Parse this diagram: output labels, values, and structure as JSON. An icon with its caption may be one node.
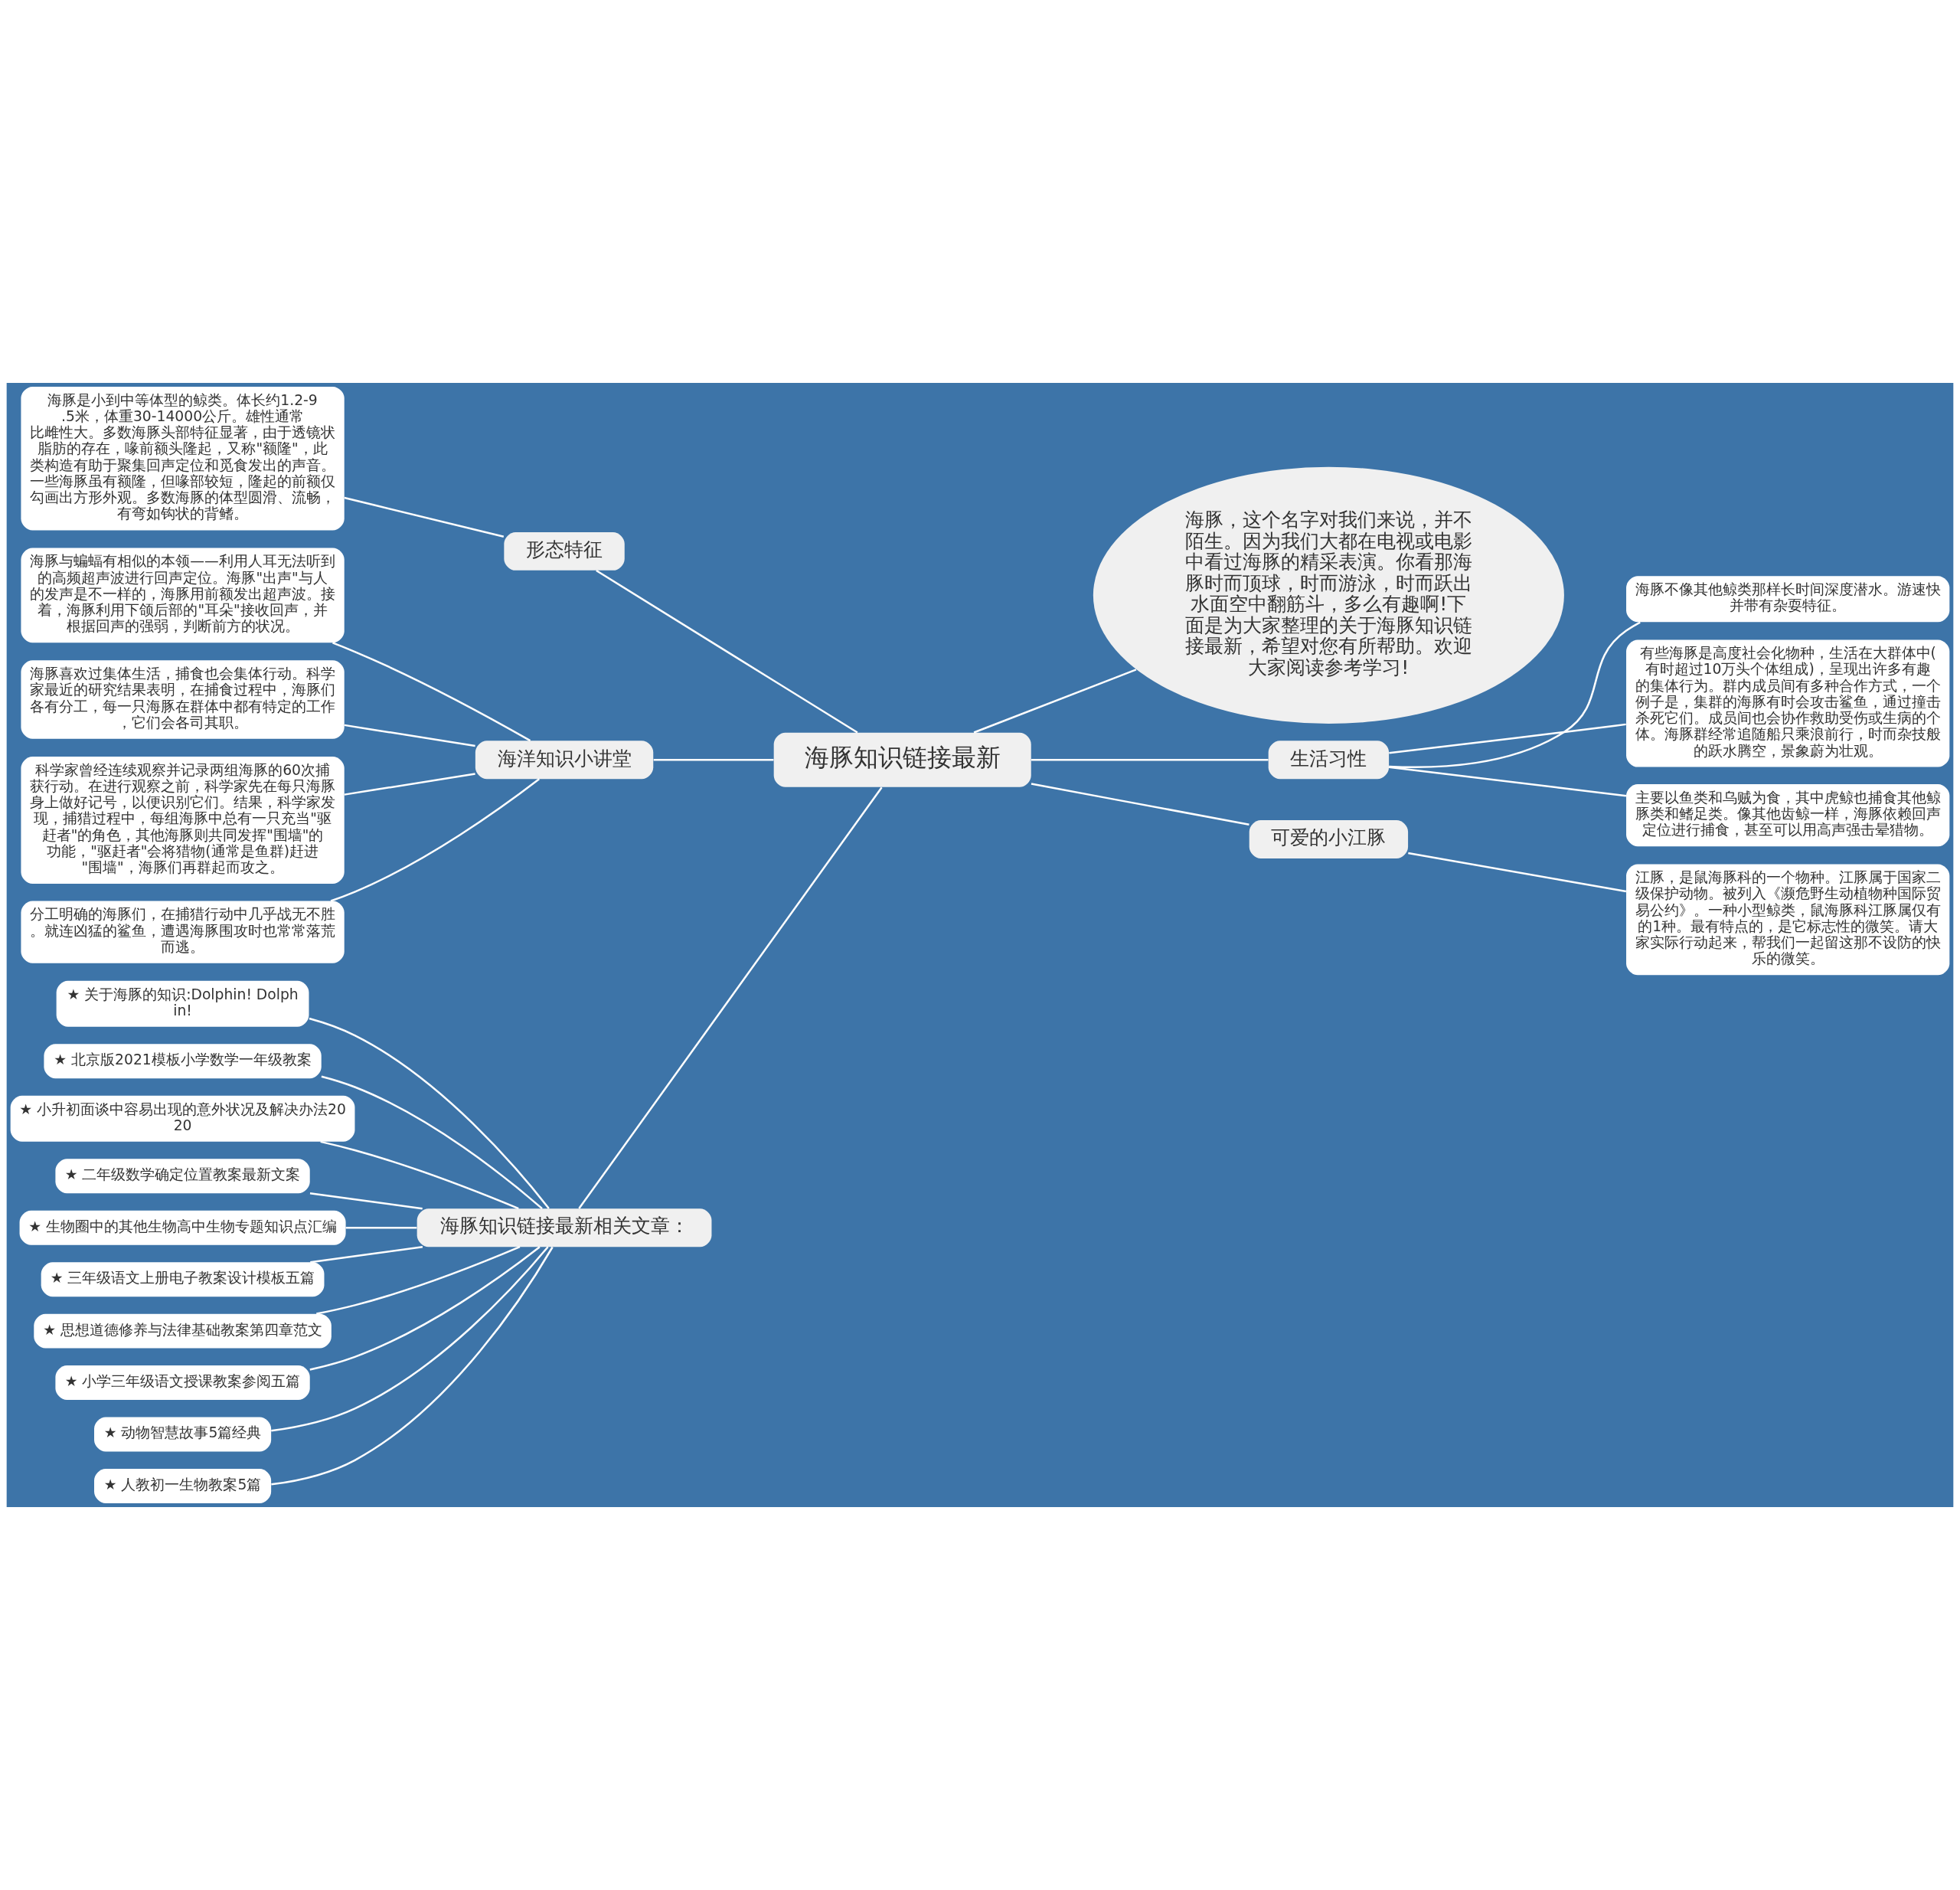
{
  "diagram": {
    "nodes": [
      {
        "text": [
          "海豚知识链接最新"
        ]
      },
      {
        "text": [
          "形态特征"
        ]
      },
      {
        "text": [
          "海豚是小到中等体型的鲸类。体长约1.2-9.5米，体重30-14000公斤。雄性通常比雌性大。多数海豚头部特征显著，由于透镜状脂肪的存在，喙前额头隆起，又称\"额隆\"，此类构造有助于聚集回声定位和觅食发出的声音。一些海豚虽有额隆，但喙部较短，隆起的前额仅勾画出方形外观。多数海豚的体型圆滑、流畅，有弯如钩状的背鳍。"
        ]
      },
      {
        "text": [
          "海洋知识小讲堂"
        ]
      },
      {
        "text": [
          "海豚与蝙蝠有相似的本领——利用人耳无法听到的高频超声波进行回声定位。海豚\"出声\"与人的发声是不一样的，海豚用前额发出超声波。接着，海豚利用下颌后部的\"耳朵\"接收回声，并根据回声的强弱，判断前方的状况。"
        ]
      },
      {
        "text": [
          "海豚喜欢过集体生活，捕食也会集体行动。科学家最近的研究结果表明，在捕食过程中，海豚们各有分工，每一只海豚在群体中都有特定的工作，它们会各司其职。"
        ]
      },
      {
        "text": [
          "科学家曾经连续观察并记录两组海豚的60次捕获行动。在进行观察之前，科学家先在每只海豚身上做好记号，以便识别它们。结果，科学家发现，捕猎过程中，每组海豚中总有一只充当\"驱赶者\"的角色，其他海豚则共同发挥\"围墙\"的功能，\"驱赶者\"会将猎物(通常是鱼群)赶进\"围墙\"，海豚们再群起而攻之。"
        ]
      },
      {
        "text": [
          "分工明确的海豚们，在捕猎行动中几乎战无不胜。就连凶猛的鲨鱼，遭遇海豚围攻时也常常落荒而逃。"
        ]
      },
      {
        "text": [
          "海豚，这个名字对我们来说，并不陌生。因为我们大都在电视或电影中看过海豚的精采表演。你看那海豚时而顶球，时而游泳，时而跃出水面空中翻筋斗，多么有趣啊!下面是为大家整理的关于海豚知识链接最新，希望对您有所帮助。欢迎大家阅读参考学习!"
        ]
      },
      {
        "text": [
          "生活习性"
        ]
      },
      {
        "text": [
          "海豚不像其他鲸类那样长时间深度潜水。游速快并带有杂耍特征。"
        ]
      },
      {
        "text": [
          "有些海豚是高度社会化物种，生活在大群体中(有时超过10万头个体组成)，呈现出许多有趣的集体行为。群内成员间有多种合作方式，一个例子是，集群的海豚有时会攻击鲨鱼，通过撞击杀死它们。成员间也会协作救助受伤或生病的个体。海豚群经常追随船只乘浪前行，时而杂技般的跃水腾空，景象蔚为壮观。"
        ]
      },
      {
        "text": [
          "主要以鱼类和乌贼为食，其中虎鲸也捕食其他鲸豚类和鳍足类。像其他齿鲸一样，海豚依赖回声定位进行捕食，甚至可以用高声强击晕猎物。"
        ]
      },
      {
        "text": [
          "可爱的小江豚"
        ]
      },
      {
        "text": [
          "江豚，是鼠海豚科的一个物种。江豚属于国家二级保护动物。被列入《濒危野生动植物种国际贸易公约》。一种小型鲸类，鼠海豚科江豚属仅有的1种。最有特点的，是它标志性的微笑。请大家实际行动起来，帮我们一起留这那不设防的快乐的微笑。"
        ]
      },
      {
        "text": [
          "海豚知识链接最新相关文章："
        ]
      },
      {
        "text": [
          "★ 关于海豚的知识:Dolphin! Dolphin!"
        ]
      },
      {
        "text": [
          "★ 北京版2021模板小学数学一年级教案"
        ]
      },
      {
        "text": [
          "★ 小升初面谈中容易出现的意外状况及解决办法2020"
        ]
      },
      {
        "text": [
          "★ 二年级数学确定位置教案最新文案"
        ]
      },
      {
        "text": [
          "★ 生物圈中的其他生物高中生物专题知识点汇编"
        ]
      },
      {
        "text": [
          "★ 三年级语文上册电子教案设计模板五篇"
        ]
      },
      {
        "text": [
          "★ 思想道德修养与法律基础教案第四章范文"
        ]
      },
      {
        "text": [
          "★ 小学三年级语文授课教案参阅五篇"
        ]
      },
      {
        "text": [
          "★ 动物智慧故事5篇经典"
        ]
      },
      {
        "text": [
          "★ 人教初一生物教案5篇"
        ]
      }
    ],
    "edges": [
      {
        "from": 0,
        "to": 1,
        "arrow": "none"
      },
      {
        "from": 1,
        "to": 2,
        "arrow": "none"
      },
      {
        "from": 0,
        "to": 3,
        "arrow": "none"
      },
      {
        "from": 3,
        "to": 4,
        "arrow": "none"
      },
      {
        "from": 3,
        "to": 5,
        "arrow": "none"
      },
      {
        "from": 3,
        "to": 6,
        "arrow": "none"
      },
      {
        "from": 3,
        "to": 7,
        "arrow": "none"
      },
      {
        "from": 0,
        "to": 8,
        "arrow": "none"
      },
      {
        "from": 0,
        "to": 9,
        "arrow": "none"
      },
      {
        "from": 9,
        "to": 10,
        "arrow": "none"
      },
      {
        "from": 9,
        "to": 11,
        "arrow": "none"
      },
      {
        "from": 9,
        "to": 12,
        "arrow": "none"
      },
      {
        "from": 0,
        "to": 13,
        "arrow": "none"
      },
      {
        "from": 13,
        "to": 14,
        "arrow": "none"
      },
      {
        "from": 0,
        "to": 15,
        "arrow": "none"
      },
      {
        "from": 15,
        "to": 16,
        "arrow": "none"
      },
      {
        "from": 15,
        "to": 17,
        "arrow": "none"
      },
      {
        "from": 15,
        "to": 18,
        "arrow": "none"
      },
      {
        "from": 15,
        "to": 19,
        "arrow": "none"
      },
      {
        "from": 15,
        "to": 20,
        "arrow": "none"
      },
      {
        "from": 15,
        "to": 21,
        "arrow": "none"
      },
      {
        "from": 15,
        "to": 22,
        "arrow": "none"
      },
      {
        "from": 15,
        "to": 23,
        "arrow": "none"
      },
      {
        "from": 15,
        "to": 24,
        "arrow": "none"
      },
      {
        "from": 15,
        "to": 25,
        "arrow": "none"
      }
    ]
  }
}
